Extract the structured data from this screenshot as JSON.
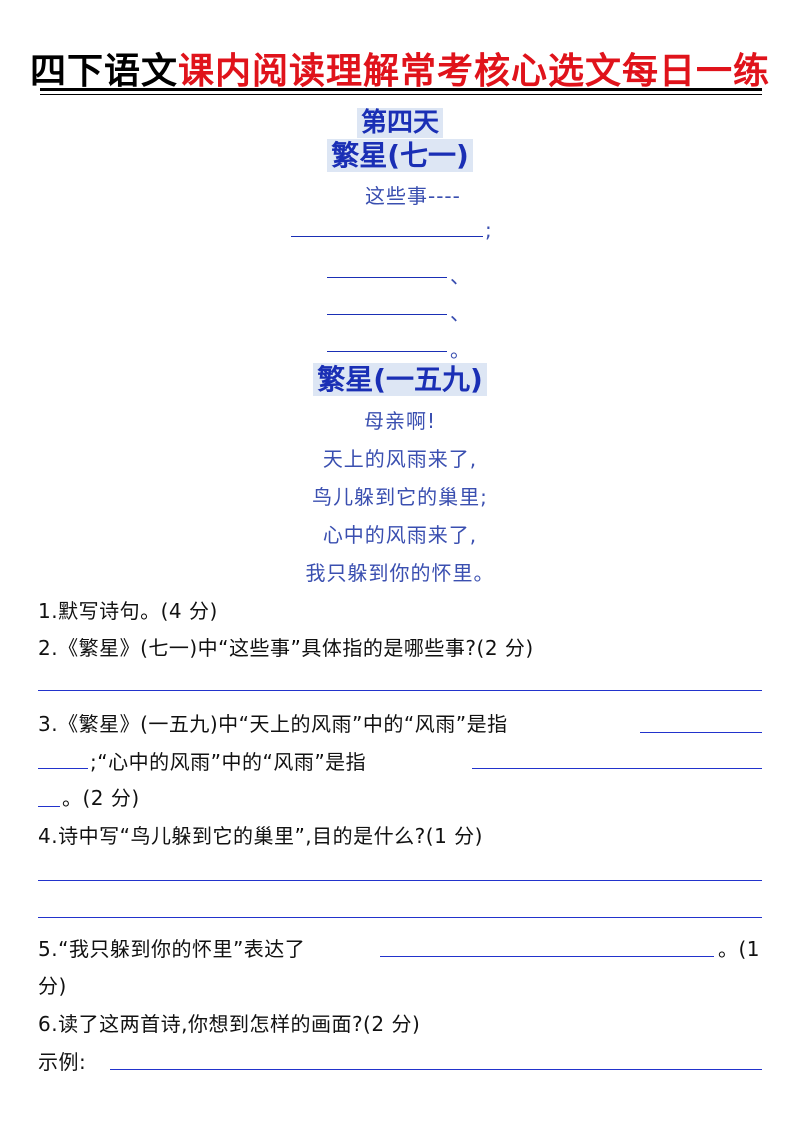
{
  "header": {
    "title_black": "四下语文",
    "title_red": "课内阅读理解常考核心选文每日一练"
  },
  "day_label": "第四天",
  "poem1": {
    "title": "繁星(七一)",
    "line1": "这些事----",
    "punct1": ";",
    "punct2": "、",
    "punct3": "、",
    "punct4": "。"
  },
  "poem2": {
    "title": "繁星(一五九)",
    "lines": [
      "母亲啊!",
      "天上的风雨来了,",
      "鸟儿躲到它的巢里;",
      "心中的风雨来了,",
      "我只躲到你的怀里。"
    ]
  },
  "questions": {
    "q1": "1.默写诗句。(4 分)",
    "q2": "2.《繁星》(七一)中“这些事”具体指的是哪些事?(2 分)",
    "q3_a": "3.《繁星》(一五九)中“天上的风雨”中的“风雨”是指",
    "q3_b": ";“心中的风雨”中的“风雨”是指",
    "q3_c": "。(2 分)",
    "q4": "4.诗中写“鸟儿躲到它的巢里”,目的是什么?(1 分)",
    "q5_a": "5.“我只躲到你的怀里”表达了",
    "q5_b": "。(1",
    "q5_c": "分)",
    "q6": "6.读了这两首诗,你想到怎样的画面?(2 分)",
    "q6_example": "示例:"
  },
  "colors": {
    "red": "#e0131b",
    "blue": "#1a2fb5",
    "highlight": "#dde6f4"
  }
}
